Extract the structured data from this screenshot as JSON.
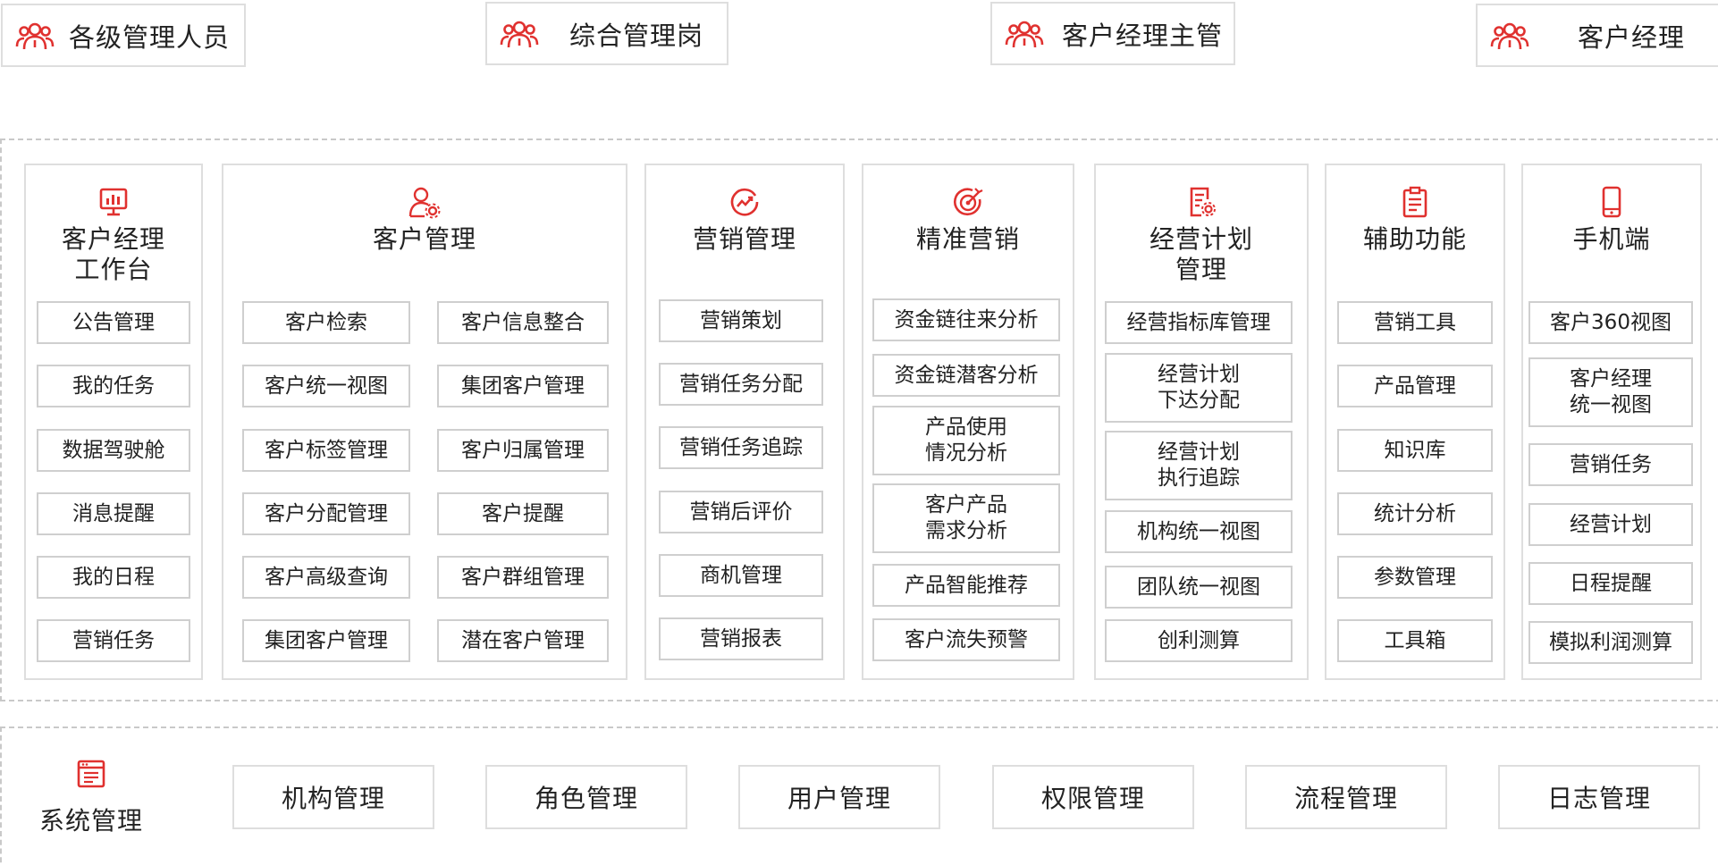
{
  "accent_color": "#e0312f",
  "roles": [
    {
      "label": "各级管理人员",
      "icon": "people-group-icon"
    },
    {
      "label": "综合管理岗",
      "icon": "people-group-icon"
    },
    {
      "label": "客户经理主管",
      "icon": "people-group-icon"
    },
    {
      "label": "客户经理",
      "icon": "people-group-icon"
    }
  ],
  "modules": [
    {
      "title_line1": "客户经理",
      "title_line2": "工作台",
      "icon": "monitor-chart-icon",
      "items": [
        "公告管理",
        "我的任务",
        "数据驾驶舱",
        "消息提醒",
        "我的日程",
        "营销任务"
      ]
    },
    {
      "title_line1": "客户管理",
      "title_line2": "",
      "icon": "user-gear-icon",
      "items": [
        "客户检索",
        "客户信息整合",
        "客户统一视图",
        "集团客户管理",
        "客户标签管理",
        "客户归属管理",
        "客户分配管理",
        "客户提醒",
        "客户高级查询",
        "客户群组管理",
        "集团客户管理",
        "潜在客户管理"
      ]
    },
    {
      "title_line1": "营销管理",
      "title_line2": "",
      "icon": "trend-circle-icon",
      "items": [
        "营销策划",
        "营销任务分配",
        "营销任务追踪",
        "营销后评价",
        "商机管理",
        "营销报表"
      ]
    },
    {
      "title_line1": "精准营销",
      "title_line2": "",
      "icon": "target-icon",
      "items": [
        {
          "line1": "资金链往来分析",
          "line2": ""
        },
        {
          "line1": "资金链潜客分析",
          "line2": ""
        },
        {
          "line1": "产品使用",
          "line2": "情况分析"
        },
        {
          "line1": "客户产品",
          "line2": "需求分析"
        },
        {
          "line1": "产品智能推荐",
          "line2": ""
        },
        {
          "line1": "客户流失预警",
          "line2": ""
        }
      ]
    },
    {
      "title_line1": "经营计划",
      "title_line2": "管理",
      "icon": "document-gear-icon",
      "items": [
        {
          "line1": "经营指标库管理",
          "line2": ""
        },
        {
          "line1": "经营计划",
          "line2": "下达分配"
        },
        {
          "line1": "经营计划",
          "line2": "执行追踪"
        },
        {
          "line1": "机构统一视图",
          "line2": ""
        },
        {
          "line1": "团队统一视图",
          "line2": ""
        },
        {
          "line1": "创利测算",
          "line2": ""
        }
      ]
    },
    {
      "title_line1": "辅助功能",
      "title_line2": "",
      "icon": "clipboard-icon",
      "items": [
        "营销工具",
        "产品管理",
        "知识库",
        "统计分析",
        "参数管理",
        "工具箱"
      ]
    },
    {
      "title_line1": "手机端",
      "title_line2": "",
      "icon": "mobile-phone-icon",
      "items": [
        {
          "line1": "客户360视图",
          "line2": ""
        },
        {
          "line1": "客户经理",
          "line2": "统一视图"
        },
        {
          "line1": "营销任务",
          "line2": ""
        },
        {
          "line1": "经营计划",
          "line2": ""
        },
        {
          "line1": "日程提醒",
          "line2": ""
        },
        {
          "line1": "模拟利润测算",
          "line2": ""
        }
      ]
    }
  ],
  "system": {
    "title": "系统管理",
    "icon": "browser-window-icon",
    "items": [
      "机构管理",
      "角色管理",
      "用户管理",
      "权限管理",
      "流程管理",
      "日志管理"
    ]
  }
}
